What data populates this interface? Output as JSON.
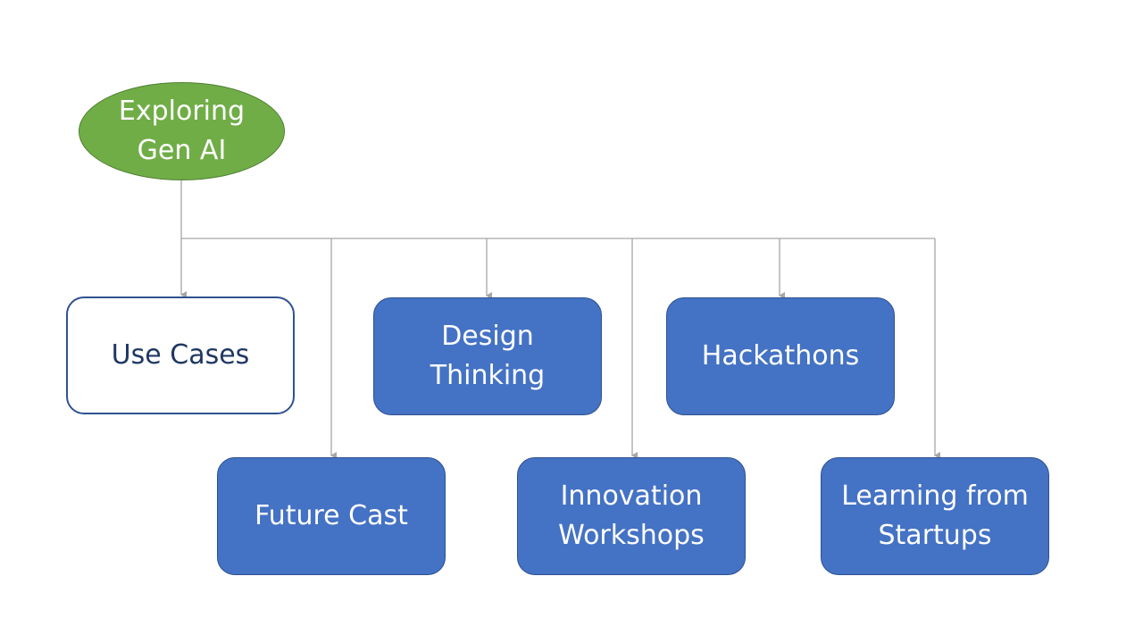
{
  "diagram": {
    "root": {
      "label": "Exploring\nGen AI"
    },
    "nodes": [
      {
        "id": "use-cases",
        "label": "Use Cases",
        "style": "outline"
      },
      {
        "id": "design-thinking",
        "label": "Design\nThinking",
        "style": "filled"
      },
      {
        "id": "hackathons",
        "label": "Hackathons",
        "style": "filled"
      },
      {
        "id": "future-cast",
        "label": "Future Cast",
        "style": "filled"
      },
      {
        "id": "innovation-workshops",
        "label": "Innovation\nWorkshops",
        "style": "filled"
      },
      {
        "id": "learning-from-startups",
        "label": "Learning from\nStartups",
        "style": "filled"
      }
    ],
    "edges": [
      {
        "from": "root",
        "to": "use-cases"
      },
      {
        "from": "root",
        "to": "future-cast"
      },
      {
        "from": "root",
        "to": "design-thinking"
      },
      {
        "from": "root",
        "to": "innovation-workshops"
      },
      {
        "from": "root",
        "to": "hackathons"
      },
      {
        "from": "root",
        "to": "learning-from-startups"
      }
    ],
    "colors": {
      "root_fill": "#70ad47",
      "node_fill": "#4472c4",
      "node_border": "#2f528f",
      "outline_text": "#1f3864",
      "connector": "#a6a6a6"
    }
  }
}
